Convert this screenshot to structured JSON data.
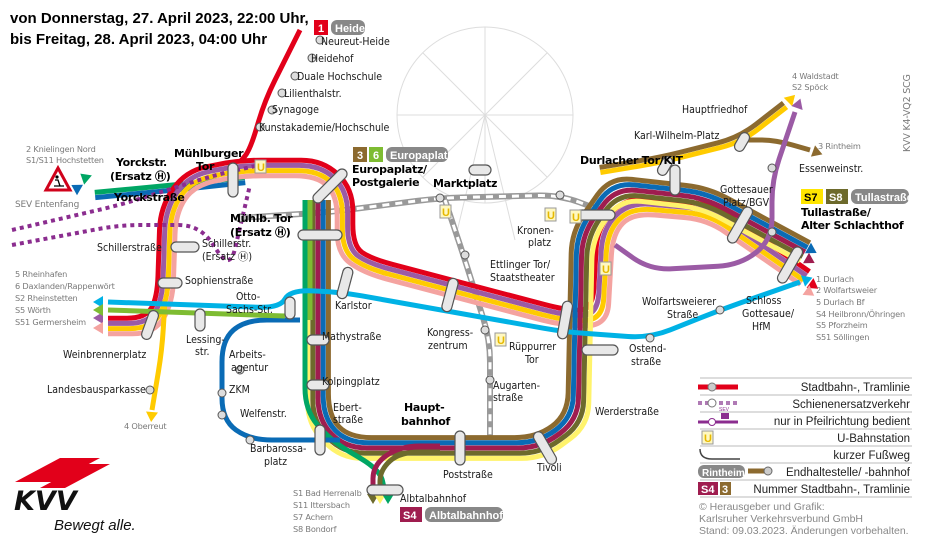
{
  "header": {
    "line1": "von Donnerstag, 27. April 2023, 22:00 Uhr,",
    "line2": "bis Freitag, 28. April 2023, 04:00 Uhr"
  },
  "badges": {
    "heide": {
      "num": "1",
      "name": "Heide"
    },
    "europaplatz": {
      "num1": "3",
      "num2": "6",
      "name": "Europaplatz"
    },
    "tullastrasse": {
      "num1": "S7",
      "num2": "S8",
      "name": "Tullastraße"
    },
    "albtalbahnhof": {
      "num": "S4",
      "name": "Albtalbahnhof"
    }
  },
  "stations": {
    "neureut_heide": "Neureut-Heide",
    "heidehof": "Heidehof",
    "duale_hochschule": "Duale Hochschule",
    "lilienthalstr": "Lilienthalstr.",
    "synagoge": "Synagoge",
    "kunstakademie": "Kunstakademie/Hochschule",
    "muehlburger_tor": [
      "Mühlburger",
      "Tor"
    ],
    "yorckstr_ersatz": [
      "Yorckstr.",
      "(Ersatz Ⓗ)"
    ],
    "yorckstrasse": "Yorckstraße",
    "schillerstrasse": "Schillerstraße",
    "schillerstr_ersatz": [
      "Schillerstr.",
      "(Ersatz Ⓗ)"
    ],
    "muehlb_tor_ersatz": [
      "Mühlb. Tor",
      "(Ersatz Ⓗ)"
    ],
    "sophienstrasse": "Sophienstraße",
    "otto_sachs": [
      "Otto-",
      "Sachs-Str."
    ],
    "weinbrennerplatz": "Weinbrennerplatz",
    "landesbausparkasse": "Landesbausparkasse",
    "lessingstr": [
      "Lessing-",
      "str."
    ],
    "arbeitsagentur": [
      "Arbeits-",
      "agentur"
    ],
    "zkm": "ZKM",
    "welfenstr": "Welfenstr.",
    "barbarossaplatz": [
      "Barbarossa-",
      "platz"
    ],
    "karlstor": "Karlstor",
    "mathystrasse": "Mathystraße",
    "kolpingplatz": "Kolpingplatz",
    "ebertstrasse": [
      "Ebert-",
      "straße"
    ],
    "hauptbahnhof": [
      "Haupt-",
      "bahnhof"
    ],
    "poststrasse": "Poststraße",
    "tivoli": "Tivoli",
    "werderstrasse": "Werderstraße",
    "augartenstrasse": [
      "Augarten-",
      "straße"
    ],
    "kongresszentrum": [
      "Kongress-",
      "zentrum"
    ],
    "rueppurrer_tor": [
      "Rüppurrer",
      "Tor"
    ],
    "ettlinger_tor": [
      "Ettlinger Tor/",
      "Staatstheater"
    ],
    "marktplatz": "Marktplatz",
    "europaplatz": [
      "Europaplatz/",
      "Postgalerie"
    ],
    "kronenplatz": [
      "Kronen-",
      "platz"
    ],
    "durlacher_tor": "Durlacher Tor/KIT",
    "karl_wilhelm_platz": "Karl-Wilhelm-Platz",
    "hauptfriedhof": "Hauptfriedhof",
    "essenweinstr": "Essenweinstr.",
    "tullastrasse": [
      "Tullastraße/",
      "Alter Schlachthof"
    ],
    "gottesauer_platz": [
      "Gottesauer",
      "Platz/BGV"
    ],
    "wolfartsweierer": [
      "Wolfartsweierer",
      "Straße"
    ],
    "schloss_gottesaue": [
      "Schloss",
      "Gottesaue/",
      "HfM"
    ],
    "ostendstrasse": [
      "Ostend-",
      "straße"
    ],
    "albtalbahnhof": "Albtalbahnhof",
    "sev_entenfang": "SEV Entenfang"
  },
  "destinations": {
    "northwest": [
      "2 Knielingen Nord",
      "S1/S11 Hochstetten"
    ],
    "west": [
      "5 Rheinhafen",
      "6 Daxlanden/Rappenwört",
      "S2 Rheinstetten",
      "S5 Wörth",
      "S51 Germersheim"
    ],
    "south": [
      "4 Oberreut"
    ],
    "northeast": [
      "4 Waldstadt",
      "S2 Spöck"
    ],
    "rintheim": [
      "3 Rintheim"
    ],
    "east": [
      "1 Durlach",
      "2 Wolfartsweier",
      "5 Durlach Bf",
      "S4 Heilbronn/Öhringen",
      "S5 Pforzheim",
      "S51 Söllingen"
    ],
    "albtal": [
      "S1 Bad Herrenalb",
      "S11 Ittersbach",
      "S7 Achern",
      "S8 Bondorf"
    ]
  },
  "legend": {
    "items": [
      "Stadtbahn-, Tramlinie",
      "Schienenersatzverkehr",
      "nur in Pfeilrichtung bedient",
      "U-Bahnstation",
      "kurzer Fußweg",
      "Endhaltestelle/ -bahnhof",
      "Nummer Stadtbahn-, Tramlinie"
    ],
    "sev_label": "SEV",
    "u_label": "U",
    "end_example": "Rintheim",
    "num_example1": "S4",
    "num_example2": "3"
  },
  "copyright": [
    "© Herausgeber und Grafik:",
    "Karlsruher Verkehrsverbund GmbH",
    "Stand: 09.03.2023. Änderungen vorbehalten."
  ],
  "code": "KVV  K4-VQ2  SCG",
  "logo": {
    "name": "KVV",
    "slogan": "Bewegt alle."
  },
  "colors": {
    "l1": "#e2001a",
    "l2": "#0a6bb5",
    "l3": "#8c6a2f",
    "l4": "#ffcb00",
    "l5": "#00b2e5",
    "l6": "#7ebc32",
    "s1": "#00a664",
    "s2": "#9b5ba5",
    "s4": "#9f1d4f",
    "s5": "#f4a3a0",
    "s7": "#fff36b",
    "s8": "#6d6a2c",
    "sev": "#8b2d8f",
    "ubahn": "#888888"
  }
}
